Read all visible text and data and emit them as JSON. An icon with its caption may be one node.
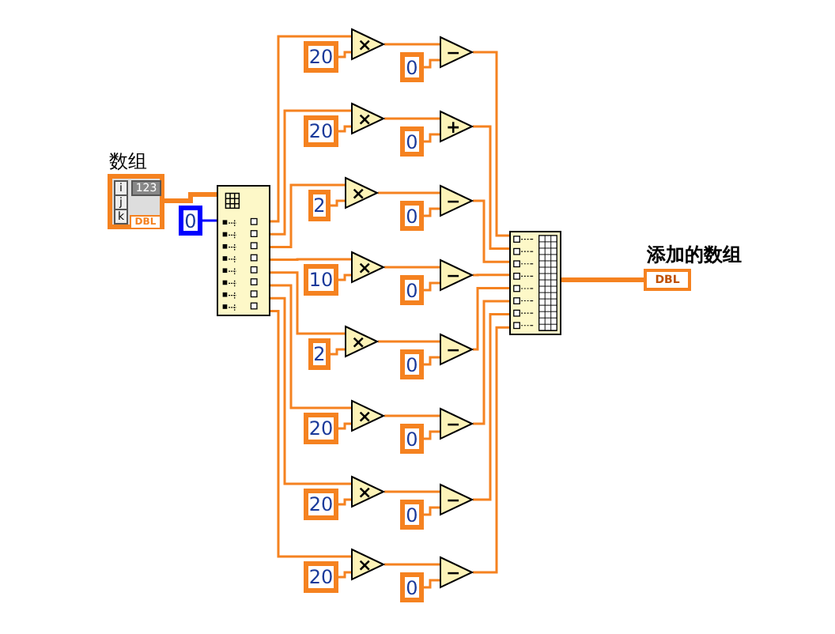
{
  "diagram": {
    "nodes": [
      {
        "text": [
          "数组",
          "i",
          "j",
          "k",
          "123",
          "DBL"
        ]
      },
      {
        "text": [
          "0"
        ]
      },
      {
        "text": [],
        "shape": "box"
      },
      {
        "text": [
          "20"
        ]
      },
      {
        "text": [
          "×"
        ]
      },
      {
        "text": [
          "0"
        ]
      },
      {
        "text": [
          "−"
        ]
      },
      {
        "text": [
          "20"
        ]
      },
      {
        "text": [
          "×"
        ]
      },
      {
        "text": [
          "0"
        ]
      },
      {
        "text": [
          "+"
        ]
      },
      {
        "text": [
          "2"
        ]
      },
      {
        "text": [
          "×"
        ]
      },
      {
        "text": [
          "0"
        ]
      },
      {
        "text": [
          "−"
        ]
      },
      {
        "text": [
          "10"
        ]
      },
      {
        "text": [
          "×"
        ]
      },
      {
        "text": [
          "0"
        ]
      },
      {
        "text": [
          "−"
        ]
      },
      {
        "text": [
          "2"
        ]
      },
      {
        "text": [
          "×"
        ]
      },
      {
        "text": [
          "0"
        ]
      },
      {
        "text": [
          "−"
        ]
      },
      {
        "text": [
          "20"
        ]
      },
      {
        "text": [
          "×"
        ]
      },
      {
        "text": [
          "0"
        ]
      },
      {
        "text": [
          "−"
        ]
      },
      {
        "text": [
          "20"
        ]
      },
      {
        "text": [
          "×"
        ]
      },
      {
        "text": [
          "0"
        ]
      },
      {
        "text": [
          "−"
        ]
      },
      {
        "text": [
          "20"
        ]
      },
      {
        "text": [
          "×"
        ]
      },
      {
        "text": [
          "0"
        ]
      },
      {
        "text": [
          "−"
        ]
      },
      {
        "text": [],
        "shape": "box"
      },
      {
        "text": [
          "添加的数组",
          "DBL"
        ]
      }
    ],
    "edges": [
      {
        "from": 0,
        "to": 2,
        "arrow": "none",
        "style": "thick"
      },
      {
        "from": 1,
        "to": 2,
        "arrow": "none",
        "color": "#0000ff"
      },
      {
        "from": 2,
        "to": 4,
        "arrow": "none"
      },
      {
        "from": 3,
        "to": 4,
        "arrow": "none"
      },
      {
        "from": 4,
        "to": 6,
        "arrow": "none"
      },
      {
        "from": 5,
        "to": 6,
        "arrow": "none"
      },
      {
        "from": 6,
        "to": 35,
        "arrow": "none"
      },
      {
        "from": 2,
        "to": 8,
        "arrow": "none"
      },
      {
        "from": 7,
        "to": 8,
        "arrow": "none"
      },
      {
        "from": 8,
        "to": 10,
        "arrow": "none"
      },
      {
        "from": 9,
        "to": 10,
        "arrow": "none"
      },
      {
        "from": 10,
        "to": 35,
        "arrow": "none"
      },
      {
        "from": 2,
        "to": 12,
        "arrow": "none"
      },
      {
        "from": 11,
        "to": 12,
        "arrow": "none"
      },
      {
        "from": 12,
        "to": 14,
        "arrow": "none"
      },
      {
        "from": 13,
        "to": 14,
        "arrow": "none"
      },
      {
        "from": 14,
        "to": 35,
        "arrow": "none"
      },
      {
        "from": 2,
        "to": 16,
        "arrow": "none"
      },
      {
        "from": 15,
        "to": 16,
        "arrow": "none"
      },
      {
        "from": 16,
        "to": 18,
        "arrow": "none"
      },
      {
        "from": 17,
        "to": 18,
        "arrow": "none"
      },
      {
        "from": 18,
        "to": 35,
        "arrow": "none"
      },
      {
        "from": 2,
        "to": 20,
        "arrow": "none"
      },
      {
        "from": 19,
        "to": 20,
        "arrow": "none"
      },
      {
        "from": 20,
        "to": 22,
        "arrow": "none"
      },
      {
        "from": 21,
        "to": 22,
        "arrow": "none"
      },
      {
        "from": 22,
        "to": 35,
        "arrow": "none"
      },
      {
        "from": 2,
        "to": 24,
        "arrow": "none"
      },
      {
        "from": 23,
        "to": 24,
        "arrow": "none"
      },
      {
        "from": 24,
        "to": 26,
        "arrow": "none"
      },
      {
        "from": 25,
        "to": 26,
        "arrow": "none"
      },
      {
        "from": 26,
        "to": 35,
        "arrow": "none"
      },
      {
        "from": 2,
        "to": 28,
        "arrow": "none"
      },
      {
        "from": 27,
        "to": 28,
        "arrow": "none"
      },
      {
        "from": 28,
        "to": 30,
        "arrow": "none"
      },
      {
        "from": 29,
        "to": 30,
        "arrow": "none"
      },
      {
        "from": 30,
        "to": 35,
        "arrow": "none"
      },
      {
        "from": 2,
        "to": 32,
        "arrow": "none"
      },
      {
        "from": 31,
        "to": 32,
        "arrow": "none"
      },
      {
        "from": 32,
        "to": 34,
        "arrow": "none"
      },
      {
        "from": 33,
        "to": 34,
        "arrow": "none"
      },
      {
        "from": 34,
        "to": 35,
        "arrow": "none"
      },
      {
        "from": 35,
        "to": 36,
        "arrow": "none",
        "style": "thick"
      }
    ]
  }
}
